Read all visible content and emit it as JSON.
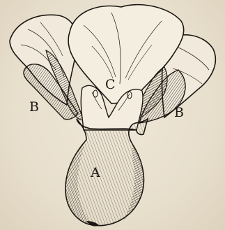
{
  "figure": {
    "labels": {
      "a": "A",
      "b_left": "B",
      "b_right": "B",
      "c": "C"
    }
  },
  "colors": {
    "paper": "#e9e0cf",
    "ink": "#1c1712"
  }
}
